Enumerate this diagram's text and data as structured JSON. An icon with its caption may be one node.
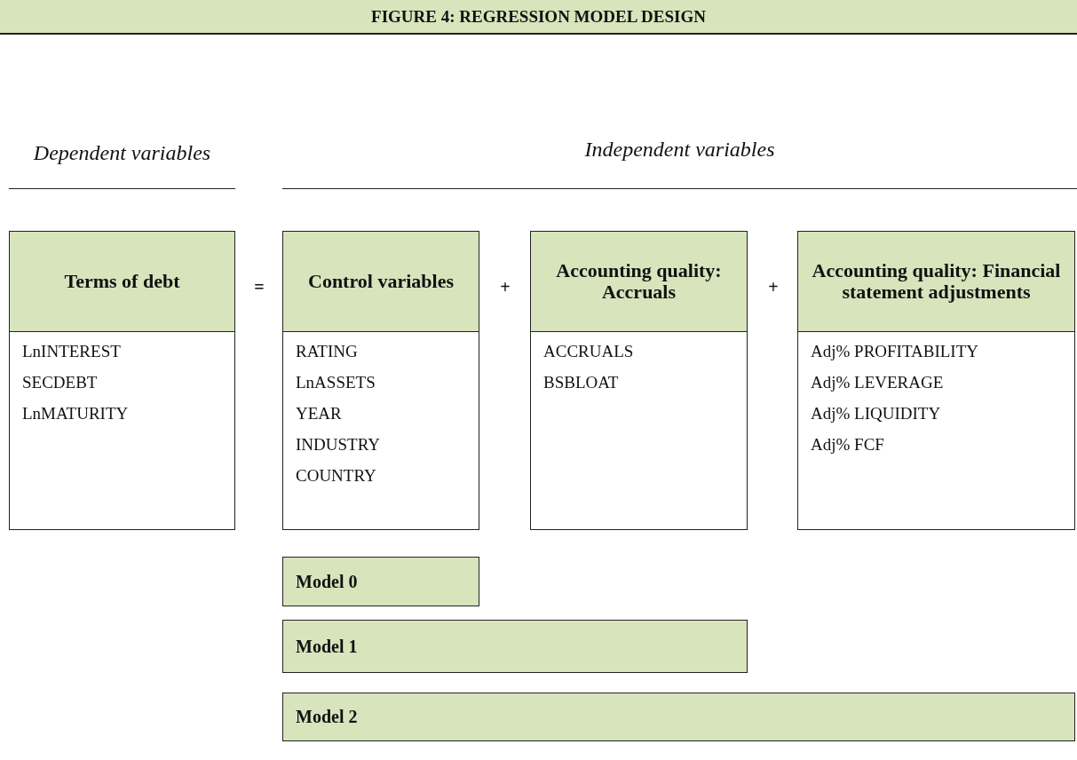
{
  "diagram": {
    "title": "FIGURE 4: REGRESSION MODEL DESIGN",
    "nodes": [
      {
        "text": [
          "Terms of debt",
          "LnINTEREST",
          "SECDEBT",
          "LnMATURITY"
        ]
      },
      {
        "text": [
          "Control variables",
          "RATING",
          "LnASSETS",
          "YEAR",
          "INDUSTRY",
          "COUNTRY"
        ]
      },
      {
        "text": [
          "Accounting quality: Accruals",
          "ACCRUALS",
          "BSBLOAT"
        ]
      },
      {
        "text": [
          "Accounting quality: Financial statement adjustments",
          "Adj% PROFITABILITY",
          "Adj% LEVERAGE",
          "Adj% LIQUIDITY",
          "Adj% FCF"
        ]
      },
      {
        "text": [
          "Model 0"
        ]
      },
      {
        "text": [
          "Model 1"
        ]
      },
      {
        "text": [
          "Model 2"
        ]
      }
    ],
    "labels": [
      "Dependent variables",
      "Independent variables",
      "=",
      "+",
      "+"
    ]
  }
}
